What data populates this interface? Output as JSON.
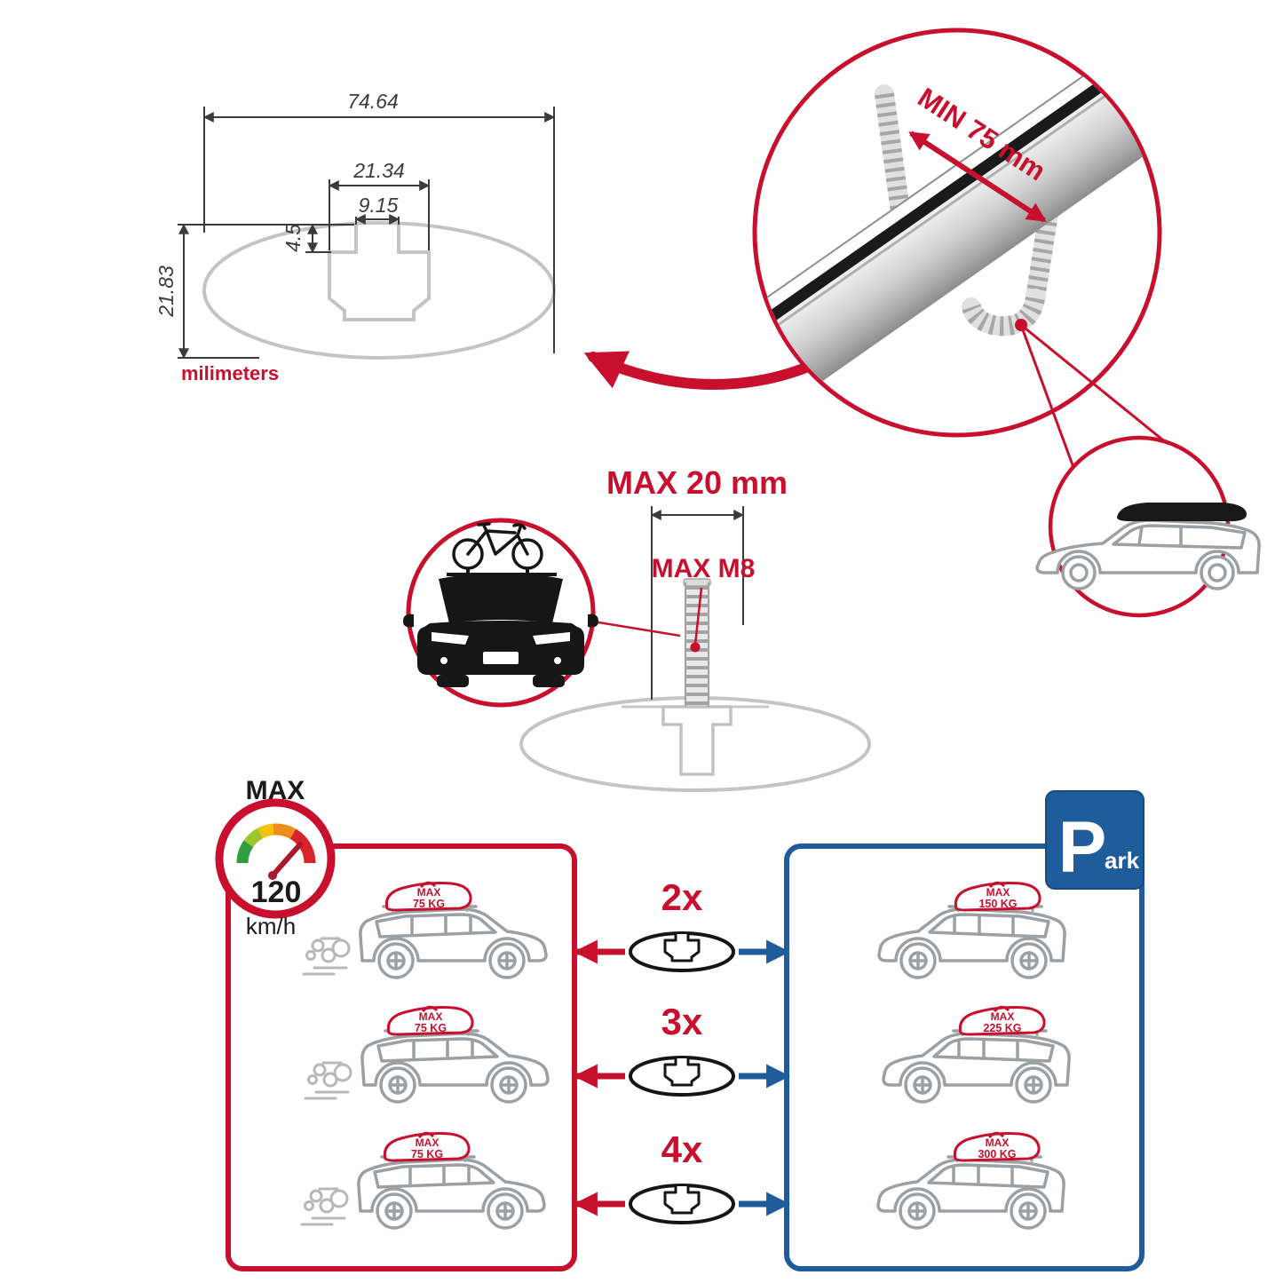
{
  "colors": {
    "accent_red": "#C8102E",
    "sign_blue": "#1E5C9B",
    "drawing_gray": "#c4c4c4",
    "dark": "#1a1a1a"
  },
  "profile_dimensions": {
    "total_width": "74.64",
    "channel_width": "21.34",
    "slot_width": "9.15",
    "slot_depth": "4.5",
    "total_height": "21.83",
    "units_label": "milimeters"
  },
  "clamp_detail": {
    "min_clearance": "MIN 75 mm"
  },
  "bolt_detail": {
    "max_length": "MAX 20 mm",
    "max_thread": "MAX M8"
  },
  "speed_limit": {
    "label": "MAX",
    "value": "120",
    "units": "km/h"
  },
  "park_sign": {
    "letter": "P",
    "rest": "ark"
  },
  "driving_panel": {
    "cars": [
      {
        "load_label": "MAX",
        "load_value": "75 KG"
      },
      {
        "load_label": "MAX",
        "load_value": "75 KG"
      },
      {
        "load_label": "MAX",
        "load_value": "75 KG"
      }
    ]
  },
  "parked_panel": {
    "cars": [
      {
        "load_label": "MAX",
        "load_value": "150 KG"
      },
      {
        "load_label": "MAX",
        "load_value": "225 KG"
      },
      {
        "load_label": "MAX",
        "load_value": "300 KG"
      }
    ]
  },
  "bar_counts": [
    {
      "label": "2x"
    },
    {
      "label": "3x"
    },
    {
      "label": "4x"
    }
  ],
  "icons": {
    "speedometer": "gauge-dial",
    "parking_sign": "blue-square-P",
    "crossbar_profile": "ellipse-cross-section",
    "car_side": "suv-outline",
    "car_front_with_bike": "car-front-bike-silhouette",
    "suv_with_roof_box": "suv-roof-box",
    "u_bolt": "threaded-u-bolt",
    "bolt": "threaded-bolt"
  }
}
